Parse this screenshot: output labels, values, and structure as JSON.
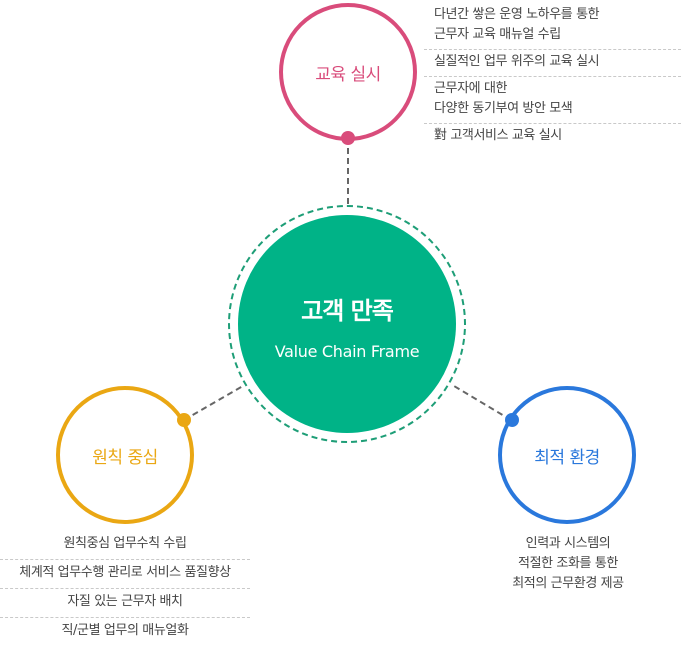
{
  "center": {
    "title": "고객 만족",
    "subtitle": "Value Chain Frame",
    "color": "#00b387"
  },
  "nodes": {
    "education": {
      "label": "교육 실시",
      "color": "#d94c7b",
      "items": [
        [
          "다년간 쌓은 운영 노하우를 통한",
          "근무자 교육 매뉴얼 수립"
        ],
        [
          "실질적인 업무 위주의  교육 실시"
        ],
        [
          "근무자에 대한",
          "다양한 동기부여 방안 모색"
        ],
        [
          "對 고객서비스 교육 실시"
        ]
      ]
    },
    "principle": {
      "label": "원칙 중심",
      "color": "#eaa713",
      "items": [
        "원칙중심 업무수칙 수립",
        "체계적 업무수행 관리로 서비스 품질향상",
        "자질 있는 근무자 배치",
        "직/군별 업무의 매뉴얼화"
      ]
    },
    "environment": {
      "label": "최적 환경",
      "color": "#2a78dc",
      "lines": [
        "인력과 시스템의",
        "적절한 조화를 통한",
        "최적의 근무환경 제공"
      ]
    }
  },
  "connector_color": "#666666"
}
